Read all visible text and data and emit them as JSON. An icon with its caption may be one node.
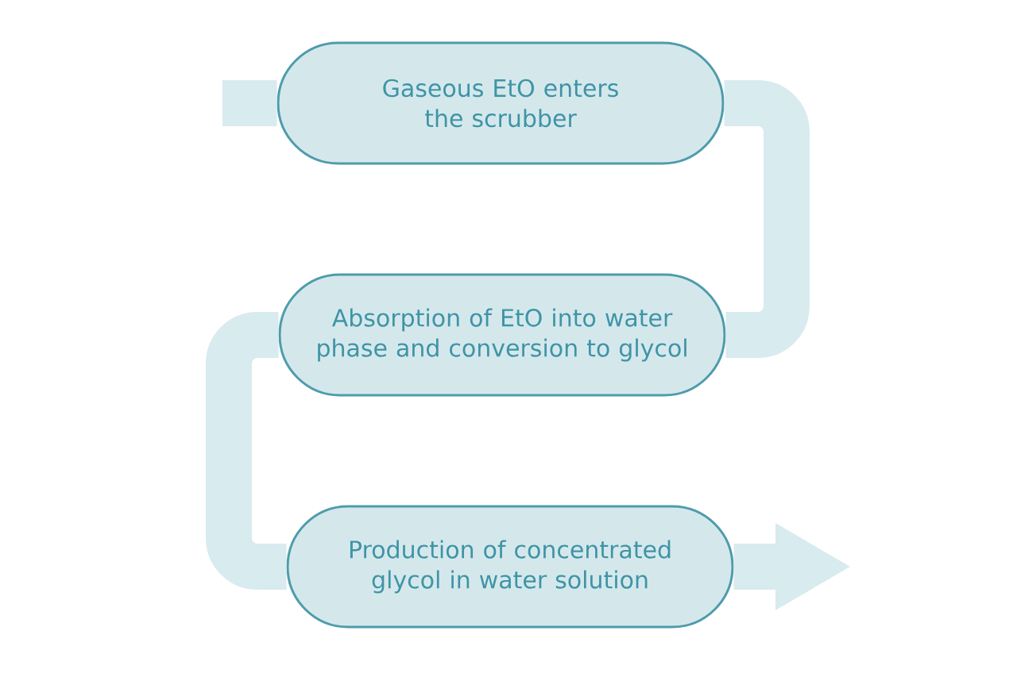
{
  "diagram": {
    "nodes": [
      {
        "text": [
          "Gaseous EtO enters the scrubber"
        ]
      },
      {
        "text": [
          "Absorption of EtO into water phase and conversion to glycol"
        ]
      },
      {
        "text": [
          "Production of concentrated glycol in water solution"
        ]
      }
    ],
    "edges": [
      {
        "from": null,
        "to": 0,
        "arrow": "none"
      },
      {
        "from": 0,
        "to": 1,
        "arrow": "none"
      },
      {
        "from": 1,
        "to": 2,
        "arrow": "none"
      },
      {
        "from": 2,
        "to": null,
        "arrow": "to"
      }
    ]
  }
}
